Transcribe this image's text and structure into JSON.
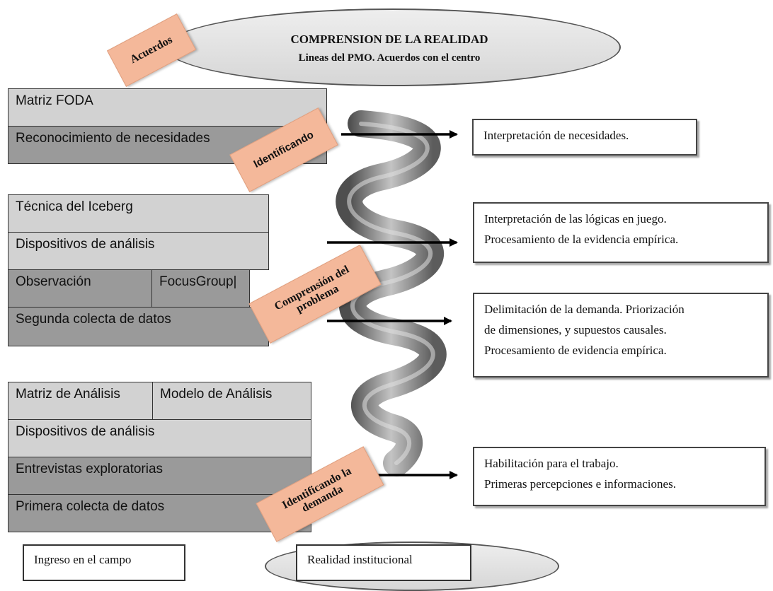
{
  "top_ellipse": {
    "title": "COMPRENSION DE LA REALIDAD",
    "subtitle": "Lineas del PMO. Acuerdos con el centro"
  },
  "tags": {
    "acuerdos": "Acuerdos",
    "identificando": "Identificando",
    "comprension": "Comprensión del problema",
    "identificando_demanda": "Identificando la demanda"
  },
  "group1": {
    "row1": "Matriz FODA",
    "row2": "Reconocimiento de necesidades"
  },
  "group2": {
    "row1": "Técnica del Iceberg",
    "row2": "Dispositivos de análisis",
    "row3a": "Observación",
    "row3b": "FocusGroup|",
    "row4": "Segunda colecta de datos"
  },
  "group3": {
    "row1a": "Matriz de Análisis",
    "row1b": "Modelo de Análisis",
    "row2": "Dispositivos de análisis",
    "row3": "Entrevistas exploratorias",
    "row4": "Primera colecta de datos"
  },
  "outputs": {
    "box1": [
      "Interpretación de necesidades."
    ],
    "box2": [
      "Interpretación de las lógicas en juego.",
      "Procesamiento de la evidencia empírica."
    ],
    "box3": [
      "Delimitación de la demanda. Priorización",
      "de dimensiones, y supuestos causales.",
      "Procesamiento de evidencia empírica."
    ],
    "box4": [
      "Habilitación para el trabajo.",
      "Primeras percepciones e informaciones."
    ]
  },
  "bottom": {
    "ingreso": "Ingreso en el campo",
    "realidad": "Realidad institucional"
  },
  "colors": {
    "tag": "#f4b89a",
    "light_cell": "#d2d2d2",
    "dark_cell": "#9a9a9a",
    "spiral": "#7a7a7a"
  }
}
